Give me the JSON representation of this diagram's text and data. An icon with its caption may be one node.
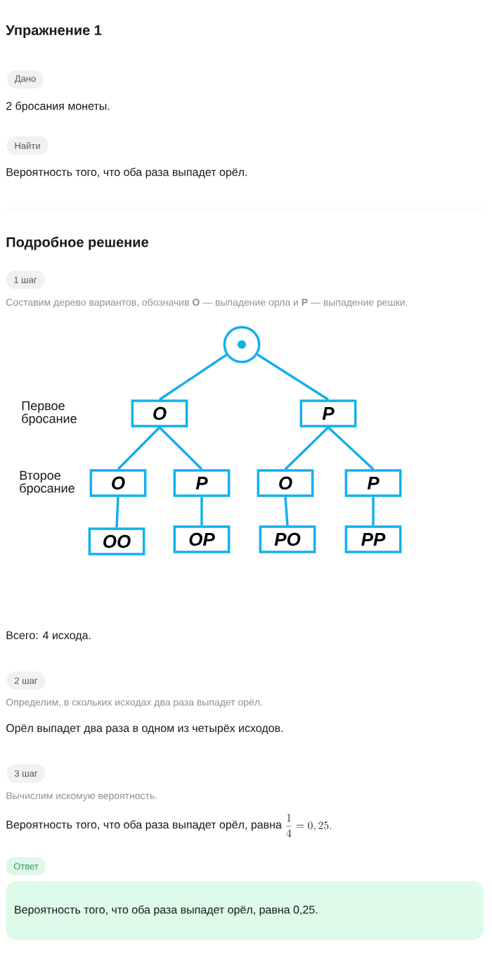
{
  "diagram": {
    "title": "Упражнение 1",
    "nodes": [
      {
        "text": [
          "Дано"
        ]
      },
      {
        "text": [
          "Найти"
        ]
      },
      {
        "text": [
          "1 шаг"
        ]
      },
      {
        "text": [],
        "shape": "circle"
      },
      {
        "text": [
          "О"
        ]
      },
      {
        "text": [
          "Р"
        ]
      },
      {
        "text": [
          "О"
        ]
      },
      {
        "text": [
          "Р"
        ]
      },
      {
        "text": [
          "О"
        ]
      },
      {
        "text": [
          "Р"
        ]
      },
      {
        "text": [
          "ОО"
        ]
      },
      {
        "text": [
          "ОР"
        ]
      },
      {
        "text": [
          "РО"
        ]
      },
      {
        "text": [
          "РР"
        ]
      },
      {
        "text": [
          "2 шаг"
        ]
      },
      {
        "text": [
          "3 шаг"
        ]
      },
      {
        "text": [
          "Ответ"
        ]
      },
      {
        "text": [
          "Вероятность того, что оба раза выпадет орёл, равна 0,25."
        ]
      }
    ],
    "edges": [
      {
        "from": 3,
        "to": 4,
        "arrow": "none"
      },
      {
        "from": 3,
        "to": 5,
        "arrow": "none"
      },
      {
        "from": 4,
        "to": 6,
        "arrow": "none"
      },
      {
        "from": 4,
        "to": 7,
        "arrow": "none"
      },
      {
        "from": 5,
        "to": 8,
        "arrow": "none"
      },
      {
        "from": 5,
        "to": 9,
        "arrow": "none"
      },
      {
        "from": 6,
        "to": 10,
        "arrow": "none"
      },
      {
        "from": 7,
        "to": 11,
        "arrow": "none"
      },
      {
        "from": 8,
        "to": 12,
        "arrow": "none"
      },
      {
        "from": 9,
        "to": 13,
        "arrow": "none"
      }
    ],
    "labels": [
      "2 бросания монеты.",
      "Вероятность того, что оба раза выпадет орёл.",
      "Подробное решение",
      "Составим дерево вариантов, обозначив **О** — выпадение орла и **Р** — выпадение решки.",
      "Первое бросание",
      "Второе бросание",
      "Всего: 4 исхода.",
      "Определим, в скольких исходах два раза выпадет орёл.",
      "Орёл выпадет два раза в одном из четырёх исходов.",
      "Вычислим искомую вероятность.",
      "Вероятность того, что оба раза выпадет орёл, равна",
      "\\frac{1}{4}=0,25."
    ]
  }
}
